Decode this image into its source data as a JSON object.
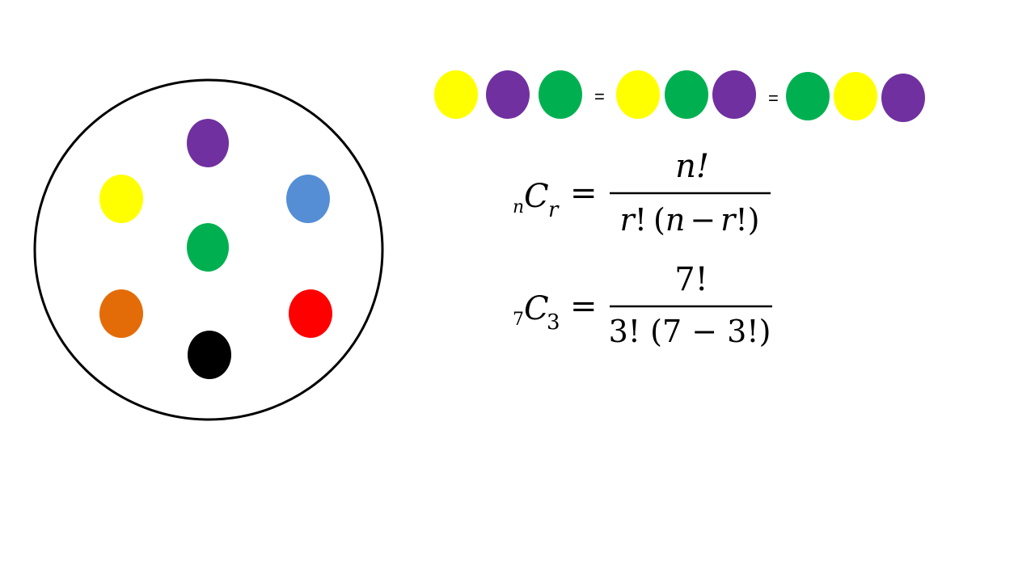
{
  "colors": {
    "yellow": "#ffff00",
    "purple": "#7030a0",
    "green": "#00b050",
    "blue": "#558ed5",
    "orange": "#e36c09",
    "red": "#ff0000",
    "black": "#000000",
    "outline": "#000000"
  },
  "bag": {
    "dots": [
      {
        "color": "purple",
        "name": "bag-dot-purple"
      },
      {
        "color": "yellow",
        "name": "bag-dot-yellow"
      },
      {
        "color": "blue",
        "name": "bag-dot-blue"
      },
      {
        "color": "green",
        "name": "bag-dot-green"
      },
      {
        "color": "orange",
        "name": "bag-dot-orange"
      },
      {
        "color": "red",
        "name": "bag-dot-red"
      },
      {
        "color": "black",
        "name": "bag-dot-black"
      }
    ]
  },
  "arrangements": {
    "groups": [
      [
        "yellow",
        "purple",
        "green"
      ],
      [
        "yellow",
        "green",
        "purple"
      ],
      [
        "green",
        "yellow",
        "purple"
      ]
    ],
    "equals_symbol": "="
  },
  "formula_general": {
    "pre_sub": "n",
    "base": "C",
    "post_sub": "r",
    "equals": "=",
    "numerator": "n!",
    "den_r": "r",
    "den_bang": "!",
    "den_open": "(",
    "den_n": "n",
    "den_minus": "−",
    "den_r2": "r",
    "den_close": "!)"
  },
  "formula_specific": {
    "pre_sub": "7",
    "base": "C",
    "post_sub": "3",
    "equals": "=",
    "numerator": "7!",
    "denominator": "3! (7 − 3!)"
  }
}
